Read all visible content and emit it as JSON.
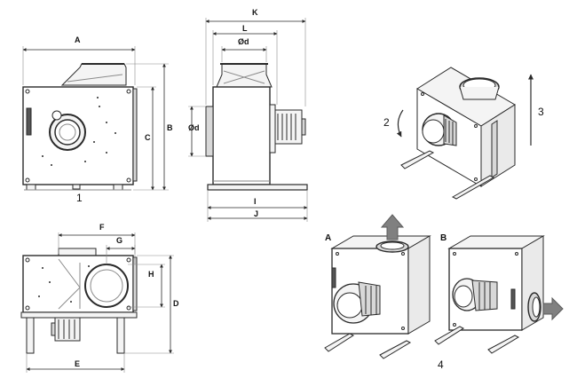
{
  "dimension_labels": {
    "A": "A",
    "B": "B",
    "C": "C",
    "D": "D",
    "E": "E",
    "F": "F",
    "G": "G",
    "H": "H",
    "I": "I",
    "J": "J",
    "K": "K",
    "L": "L",
    "d_top": "Ød",
    "d_side": "Ød"
  },
  "view_numbers": {
    "one": "1",
    "two": "2",
    "three": "3",
    "four": "4"
  },
  "variant_labels": {
    "a": "A",
    "b": "B"
  },
  "colors": {
    "line": "#2a2a2a",
    "light": "#8a8a8a",
    "fill": "#f4f4f4",
    "shade": "#d8d8d8",
    "dark": "#555555",
    "arrow": "#808080"
  }
}
